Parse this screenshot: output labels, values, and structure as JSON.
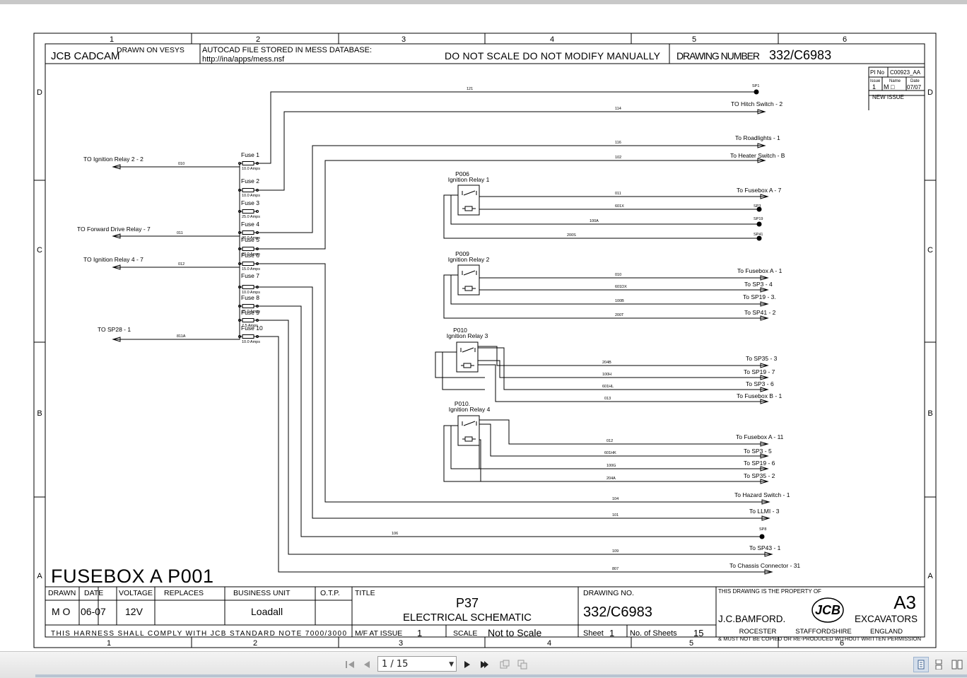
{
  "sheet": {
    "zone_columns": [
      "1",
      "2",
      "3",
      "4",
      "5",
      "6"
    ],
    "zone_rows": [
      "D",
      "C",
      "B",
      "A"
    ],
    "header": {
      "company": "JCB CADCAM",
      "drawn_on": "DRAWN ON VESYS",
      "autocad_line1": "AUTOCAD FILE STORED IN MESS DATABASE:",
      "autocad_line2": "http://ina/apps/mess.nsf",
      "do_not_scale": "DO NOT SCALE DO NOT MODIFY MANUALLY",
      "drawing_number_label": "DRAWING NUMBER",
      "drawing_number": "332/C6983"
    },
    "issue_box": {
      "pi_label": "PI No",
      "pi_value": "C00923_AA",
      "issue_label": "Issue",
      "name_label": "Name",
      "date_label": "Date",
      "issue_value": "1",
      "name_value": "M □",
      "date_value": "07/07",
      "note": "NEW ISSUE"
    },
    "big_title": "FUSEBOX A P001"
  },
  "schematic": {
    "fuses": [
      {
        "name": "Fuse 1",
        "rating": "10.0 Amps"
      },
      {
        "name": "Fuse 2",
        "rating": "10.0 Amps"
      },
      {
        "name": "Fuse 3",
        "rating": "25.0 Amps"
      },
      {
        "name": "Fuse 4",
        "rating": "20.0 Amps"
      },
      {
        "name": "Fuse 5",
        "rating": "20.0 Amps"
      },
      {
        "name": "Fuse 6",
        "rating": "15.0 Amps"
      },
      {
        "name": "Fuse 7",
        "rating": "10.0 Amps"
      },
      {
        "name": "Fuse 8",
        "rating": "25.0 Amps"
      },
      {
        "name": "Fuse 9",
        "rating": "7.5 Amps"
      },
      {
        "name": "Fuse 10",
        "rating": "10.0 Amps"
      }
    ],
    "left_outputs": [
      {
        "label": "TO Ignition Relay 2 - 2",
        "wire": "010"
      },
      {
        "label": "TO Forward Drive Relay - 7",
        "wire": "011"
      },
      {
        "label": "TO Ignition Relay 4 - 7",
        "wire": "012"
      },
      {
        "label": "TO SP28 - 1",
        "wire": "811A"
      }
    ],
    "top_outputs": [
      {
        "label": "SP1",
        "wire": "121"
      },
      {
        "label": "TO Hitch Switch - 2",
        "wire": "114"
      },
      {
        "label": "To Roadlights - 1",
        "wire": "116"
      },
      {
        "label": "To Heater Switch - B",
        "wire": "102"
      }
    ],
    "relays": [
      {
        "id": "P006",
        "name": "Ignition Relay 1",
        "outputs": [
          {
            "label": "To Fusebox A - 7",
            "wire": "011"
          },
          {
            "label": "SP3",
            "wire": "601X"
          },
          {
            "label": "SP19",
            "wire": "100A"
          },
          {
            "label": "SP41",
            "wire": "200S"
          }
        ]
      },
      {
        "id": "P009",
        "name": "Ignition Relay 2",
        "outputs": [
          {
            "label": "To Fusebox A - 1",
            "wire": "010"
          },
          {
            "label": "To SP3 - 4",
            "wire": "601DX"
          },
          {
            "label": "To SP19 - 3.",
            "wire": "100B"
          },
          {
            "label": "To SP41 - 2",
            "wire": "200T"
          }
        ]
      },
      {
        "id": "P010",
        "name": "Ignition Relay 3",
        "outputs": [
          {
            "label": "To SP35 - 3",
            "wire": "204B"
          },
          {
            "label": "To SP19 - 7",
            "wire": "100H"
          },
          {
            "label": "To SP3 - 6",
            "wire": "601HL"
          },
          {
            "label": "To Fusebox B - 1",
            "wire": "013"
          }
        ]
      },
      {
        "id": "P010.",
        "name": "Ignition Relay 4",
        "outputs": [
          {
            "label": "To Fusebox A - 11",
            "wire": "012"
          },
          {
            "label": "To SP3 - 5",
            "wire": "601HK"
          },
          {
            "label": "To SP19 - 6",
            "wire": "100G"
          },
          {
            "label": "To SP35 - 2",
            "wire": "204A"
          }
        ]
      }
    ],
    "bottom_outputs": [
      {
        "label": "To Hazard Switch - 1",
        "wire": "104"
      },
      {
        "label": "To LLMI - 3",
        "wire": "101"
      },
      {
        "label": "SP8",
        "wire": "106"
      },
      {
        "label": "To SP43 - 1",
        "wire": "109"
      },
      {
        "label": "To Chassis Connector - 31",
        "wire": "807"
      }
    ]
  },
  "title_block": {
    "drawn_label": "DRAWN",
    "drawn_value": "M O",
    "date_label": "DATE",
    "date_value": "06-07",
    "voltage_label": "VOLTAGE",
    "voltage_value": "12V",
    "replaces_label": "REPLACES",
    "business_unit_label": "BUSINESS UNIT",
    "business_unit_value": "Loadall",
    "otp_label": "O.T.P.",
    "title_label": "TITLE",
    "title_line1": "P37",
    "title_line2": "ELECTRICAL SCHEMATIC",
    "drawing_no_label": "DRAWING NO.",
    "drawing_no_value": "332/C6983",
    "property_note": "THIS DRAWING IS THE PROPERTY OF",
    "sheet_size": "A3",
    "company_name": "J.C.BAMFORD.",
    "division": "EXCAVATORS",
    "logo_text": "JCB",
    "loc1": "ROCESTER",
    "loc2": "STAFFORDSHIRE",
    "loc3": "ENGLAND",
    "copy_notice": "& MUST NOT BE COPIED OR RE-PRODUCED WITHOUT WRITTEN PERMISSION",
    "harness_note": "THIS HARNESS SHALL COMPLY WITH JCB STANDARD NOTE 7000/3000",
    "mf_label": "M/F AT ISSUE",
    "mf_value": "1",
    "scale_label": "SCALE",
    "scale_value": "Not to Scale",
    "sheet_label": "Sheet",
    "sheet_value": "1",
    "sheets_label": "No. of Sheets",
    "sheets_value": "15"
  },
  "viewer": {
    "page_indicator": "1 / 15",
    "icons": [
      "first-page-icon",
      "previous-page-icon",
      "next-page-icon",
      "last-page-icon",
      "rotate-icon",
      "fit-page-icon",
      "single-page-view-icon",
      "continuous-view-icon",
      "facing-view-icon"
    ]
  }
}
